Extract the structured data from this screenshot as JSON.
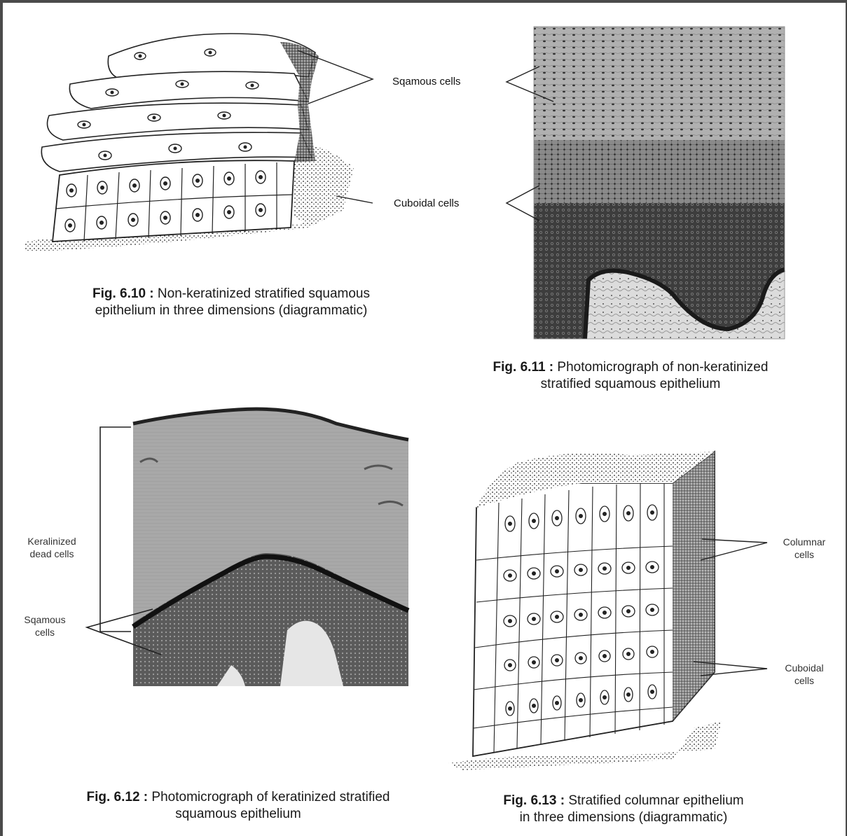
{
  "fig610": {
    "caption_num": "Fig. 6.10 :",
    "caption_rest": "Non-keratinized stratified squamous",
    "caption_line2": "epithelium in three dimensions (diagrammatic)",
    "label_squamous": "Sqamous cells",
    "label_cuboidal": "Cuboidal cells"
  },
  "fig611": {
    "caption_num": "Fig. 6.11 :",
    "caption_rest": "Photomicrograph of non-keratinized",
    "caption_line2": "stratified squamous epithelium"
  },
  "fig612": {
    "caption_num": "Fig. 6.12 :",
    "caption_rest": "Photomicrograph of keratinized stratified",
    "caption_line2": "squamous epithelium",
    "label_keratinized_1": "Keralinized",
    "label_keratinized_2": "dead cells",
    "label_squamous_1": "Sqamous",
    "label_squamous_2": "cells"
  },
  "fig613": {
    "caption_num": "Fig. 6.13 :",
    "caption_rest": "Stratified columnar epithelium",
    "caption_line2": "in three dimensions (diagrammatic)",
    "label_columnar_1": "Columnar",
    "label_columnar_2": "cells",
    "label_cuboidal_1": "Cuboidal",
    "label_cuboidal_2": "cells"
  }
}
